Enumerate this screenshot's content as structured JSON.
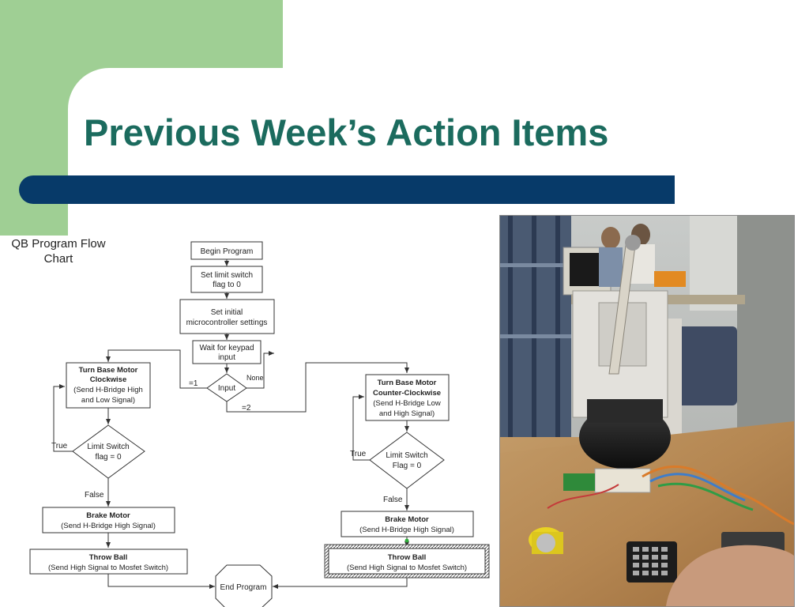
{
  "slide": {
    "title": "Previous Week’s Action Items",
    "flow_caption": "QB Program Flow\nChart",
    "colors": {
      "accent_green": "#9fcf94",
      "title_teal": "#1b6b5e",
      "bar_navy": "#073a69"
    }
  },
  "flowchart": {
    "begin": "Begin Program",
    "set_flag": [
      "Set limit switch",
      "flag to 0"
    ],
    "init": [
      "Set initial",
      "microcontroller settings"
    ],
    "wait": [
      "Wait for keypad",
      "input"
    ],
    "input": "Input",
    "none": "None",
    "eq1": "=1",
    "eq2": "=2",
    "left": {
      "turn_title": [
        "Turn Base Motor",
        "Clockwise"
      ],
      "turn_detail": [
        "(Send H-Bridge High",
        "and Low Signal)"
      ],
      "limit": [
        "Limit Switch",
        "flag = 0"
      ],
      "true_label": "True",
      "false_label": "False",
      "brake_title": "Brake Motor",
      "brake_detail": "(Send H-Bridge High Signal)",
      "throw_title": "Throw Ball",
      "throw_detail": "(Send High Signal to Mosfet Switch)"
    },
    "right": {
      "turn_title": [
        "Turn Base Motor",
        "Counter-Clockwise"
      ],
      "turn_detail": [
        "(Send H-Bridge Low",
        "and High Signal)"
      ],
      "limit": [
        "Limit Switch",
        "Flag = 0"
      ],
      "true_label": "True",
      "false_label": "False",
      "brake_title": "Brake Motor",
      "brake_detail": "(Send H-Bridge High Signal)",
      "throw_title": "Throw Ball",
      "throw_detail": "(Send High Signal to Mosfet Switch)"
    },
    "end": [
      "End Program"
    ]
  }
}
